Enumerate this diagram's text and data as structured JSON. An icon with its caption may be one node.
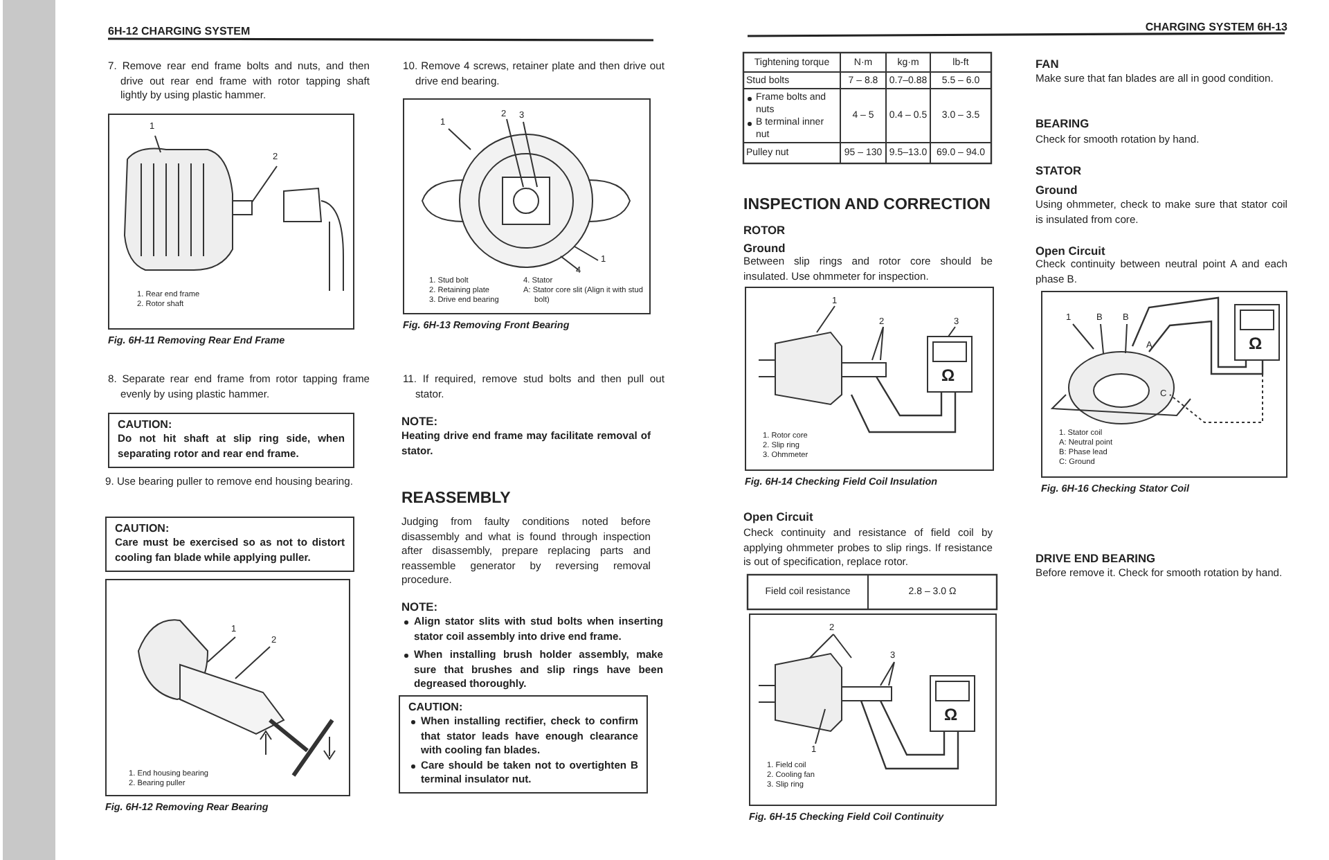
{
  "diagram": {
    "nodes": [
      {
        "text": [
          "CAUTION:",
          "Do not hit shaft at slip ring side, when separating rotor and rear end frame."
        ]
      },
      {
        "text": [
          "CAUTION:",
          "Care must be exercised so as not to distort cooling fan blade while applying puller."
        ]
      },
      {
        "text": [
          "CAUTION:",
          "When installing rectifier, check to confirm that stator leads have enough clearance with cooling fan blades.",
          "Care should be taken not to overtighten B terminal insulator nut."
        ]
      },
      {
        "text": [
          "1. Rear end frame",
          "2. Rotor shaft"
        ],
        "beside": [
          "Fig. 6H-11 Removing Rear End Frame"
        ]
      },
      {
        "text": [
          "1. End housing bearing",
          "2. Bearing puller"
        ],
        "beside": [
          "Fig. 6H-12 Removing Rear Bearing"
        ]
      },
      {
        "text": [
          "1. Stud bolt",
          "2. Retaining plate",
          "3. Drive end bearing",
          "4. Stator",
          "A: Stator core slit (Align it with stud bolt)"
        ],
        "beside": [
          "Fig. 6H-13 Removing Front Bearing"
        ]
      },
      {
        "text": [
          "1. Rotor core",
          "2. Slip ring",
          "3. Ohmmeter"
        ],
        "beside": [
          "Fig. 6H-14 Checking Field Coil Insulation"
        ]
      },
      {
        "text": [
          "1. Field coil",
          "2. Cooling fan",
          "3. Slip ring"
        ],
        "beside": [
          "Fig. 6H-15 Checking Field Coil Continuity"
        ]
      },
      {
        "text": [
          "1. Stator coil",
          "A: Neutral point",
          "B: Phase lead",
          "C: Ground"
        ],
        "beside": [
          "Fig. 6H-16 Checking Stator Coil"
        ]
      }
    ],
    "labels": [
      "6H-12 CHARGING SYSTEM",
      "CHARGING SYSTEM 6H-13",
      "7. Remove rear end frame bolts and nuts, and then drive out rear end frame with rotor tapping shaft lightly by using plastic hammer.",
      "8. Separate rear end frame from rotor tapping frame evenly by using plastic hammer.",
      "9. Use bearing puller to remove end housing bearing.",
      "10. Remove 4 screws, retainer plate and then drive out drive end bearing.",
      "11. If required, remove stud bolts and then pull out stator.",
      "NOTE:",
      "Heating drive end frame may facilitate removal of stator.",
      "REASSEMBLY",
      "Judging from faulty conditions noted before disassembly and what is found through inspection after disassembly, prepare replacing parts and reassemble generator by reversing removal procedure.",
      "NOTE:",
      "Align stator slits with stud bolts when inserting stator coil assembly into drive end frame.",
      "When installing brush holder assembly, make sure that brushes and slip rings have been degreased thoroughly.",
      "Tightening torque",
      "N·m",
      "kg·m",
      "lb-ft",
      "Stud bolts",
      "7 – 8.8",
      "0.7–0.88",
      "5.5 – 6.0",
      "Frame bolts and nuts",
      "B terminal inner nut",
      "4 – 5",
      "0.4 – 0.5",
      "3.0 – 3.5",
      "Pulley nut",
      "95 – 130",
      "9.5–13.0",
      "69.0 – 94.0",
      "INSPECTION AND CORRECTION",
      "ROTOR",
      "Ground",
      "Between slip rings and rotor core should be insulated. Use ohmmeter for inspection.",
      "Open Circuit",
      "Check continuity and resistance of field coil by applying ohmmeter probes to slip rings. If resistance is out of specification, replace rotor.",
      "Field coil resistance",
      "2.8 – 3.0 Ω",
      "FAN",
      "Make sure that fan blades are all in good condition.",
      "BEARING",
      "Check for smooth rotation by hand.",
      "STATOR",
      "Ground",
      "Using ohmmeter, check to make sure that stator coil is insulated from core.",
      "Open Circuit",
      "Check continuity between neutral point A and each phase B.",
      "DRIVE END BEARING",
      "Before remove it. Check for smooth rotation by hand.",
      "1",
      "2",
      "1",
      "2",
      "3",
      "1",
      "4",
      "1",
      "2",
      "1",
      "2",
      "3",
      "Ω",
      "2",
      "3",
      "1",
      "Ω",
      "1",
      "B",
      "B",
      "A",
      "C",
      "Ω"
    ]
  }
}
